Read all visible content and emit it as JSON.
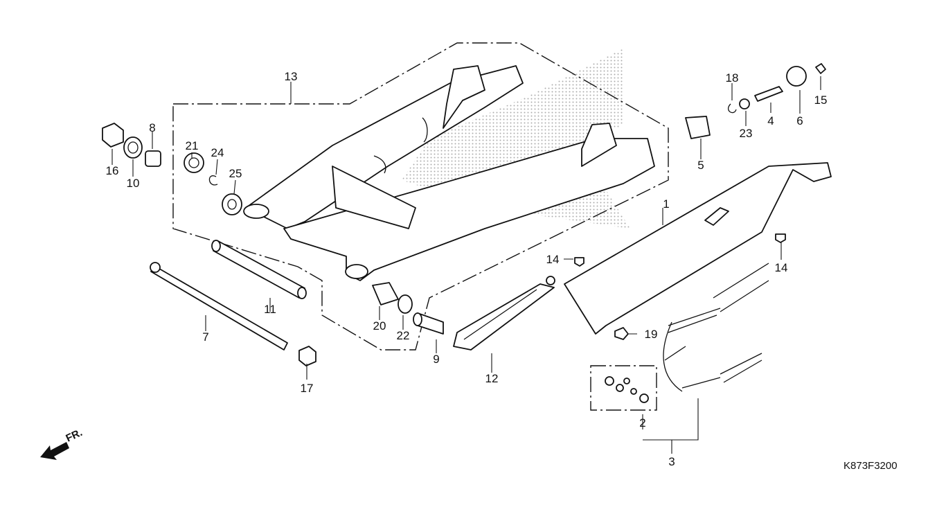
{
  "diagram_code": "K873F3200",
  "front_indicator": "FR.",
  "callouts": [
    "1",
    "2",
    "3",
    "4",
    "5",
    "6",
    "7",
    "8",
    "9",
    "10",
    "11",
    "12",
    "13",
    "14",
    "14",
    "15",
    "16",
    "17",
    "18",
    "19",
    "20",
    "21",
    "22",
    "23",
    "24",
    "25"
  ],
  "colors": {
    "line": "#111111",
    "background": "#ffffff",
    "logo_dots": "#999999"
  }
}
